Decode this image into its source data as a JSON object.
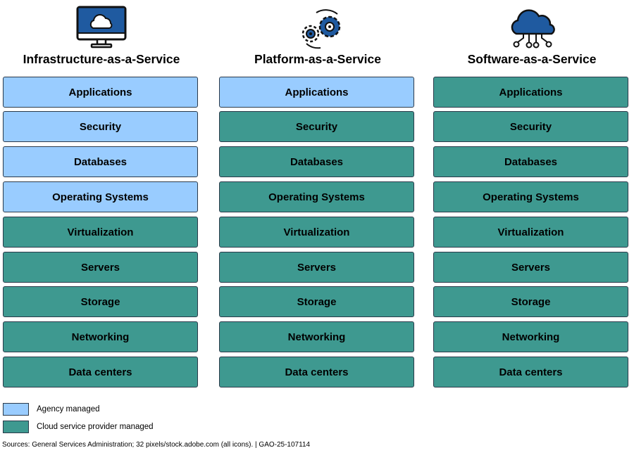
{
  "colors": {
    "agency": "#99ccff",
    "provider": "#3e9990"
  },
  "columns": [
    {
      "title": "Infrastructure-as-a-Service",
      "icon": "monitor-cloud-icon",
      "agency_layers": 4
    },
    {
      "title": "Platform-as-a-Service",
      "icon": "gears-icon",
      "agency_layers": 1
    },
    {
      "title": "Software-as-a-Service",
      "icon": "cloud-network-icon",
      "agency_layers": 0
    }
  ],
  "layers": [
    "Applications",
    "Security",
    "Databases",
    "Operating Systems",
    "Virtualization",
    "Servers",
    "Storage",
    "Networking",
    "Data centers"
  ],
  "legend": {
    "agency": "Agency managed",
    "provider": "Cloud service provider managed"
  },
  "source": "Sources: General Services Administration; 32 pixels/stock.adobe.com (all icons).  |  GAO-25-107114"
}
